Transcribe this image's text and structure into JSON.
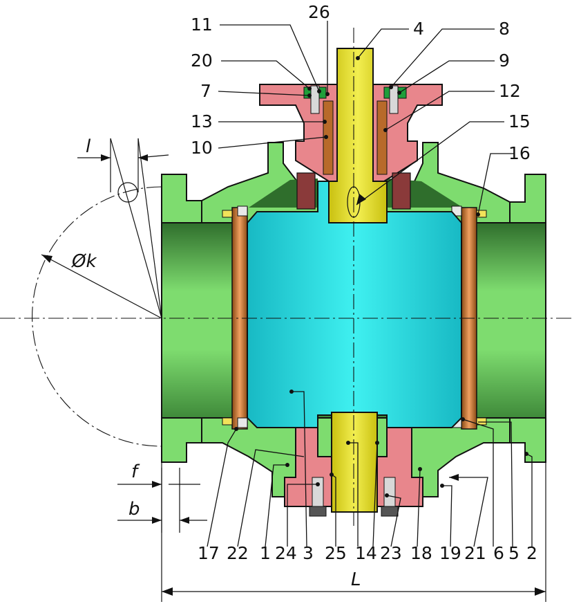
{
  "diagram": {
    "colors": {
      "body": "#7edc6f",
      "body_dark": "#2f6e2c",
      "bonnet": "#e8868c",
      "stem": "#e5e020",
      "ball": "#29e6e6",
      "seat": "#e08a3a",
      "seal": "#1f9e3a",
      "fastener": "#d8d8d8"
    },
    "callouts_top": [
      "11",
      "26",
      "4",
      "8",
      "20",
      "9",
      "7",
      "12",
      "13",
      "15",
      "10",
      "16"
    ],
    "callouts_bottom": [
      "17",
      "22",
      "1",
      "24",
      "3",
      "25",
      "14",
      "23",
      "18",
      "19",
      "21",
      "6",
      "5",
      "2"
    ],
    "dimensions": {
      "l": "l",
      "k": "Øk",
      "f": "f",
      "b": "b",
      "L": "L"
    }
  }
}
